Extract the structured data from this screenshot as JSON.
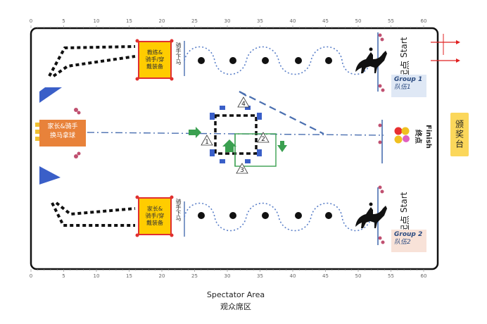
{
  "ruler": {
    "ticks_top": [
      "0",
      "5",
      "10",
      "15",
      "20",
      "25",
      "30",
      "35",
      "40",
      "45",
      "50",
      "55",
      "60"
    ],
    "ticks_bottom": [
      "0",
      "5",
      "10",
      "15",
      "20",
      "25",
      "30",
      "35",
      "40",
      "45",
      "50",
      "55",
      "60"
    ]
  },
  "gear_top": "教练&\n骑手/穿\n戴装备",
  "gear_bottom": "家长&\n骑手/穿\n戴装备",
  "exchange": "家长&骑手\n换马拿球",
  "side_text_top": "骑手下马",
  "side_text_bottom": "骑手下马",
  "start_top": {
    "cn": "起点",
    "en": "Start"
  },
  "start_bottom": {
    "cn": "起点",
    "en": "Start"
  },
  "group1": {
    "en": "Group 1",
    "cn": "队伍1"
  },
  "group2": {
    "en": "Group 2",
    "cn": "队伍2"
  },
  "finish": {
    "en": "Finish",
    "cn": "终点"
  },
  "award": "颁奖台",
  "spectator": {
    "en": "Spectator Area",
    "cn": "观众席区"
  },
  "markers": [
    "1",
    "2",
    "3",
    "4"
  ],
  "colors": {
    "arena_border": "#111111",
    "gear_fill": "#ffcc00",
    "gear_border": "#e03030",
    "exchange_fill": "#e8823a",
    "dash_blue": "#4a6fb0",
    "cone_blue": "#3a5fc8",
    "green": "#3aa050",
    "group1_fill": "#dfe8f5",
    "group2_fill": "#f8e2d8",
    "award_fill": "#fbd75b",
    "red_arrow": "#e02020"
  }
}
